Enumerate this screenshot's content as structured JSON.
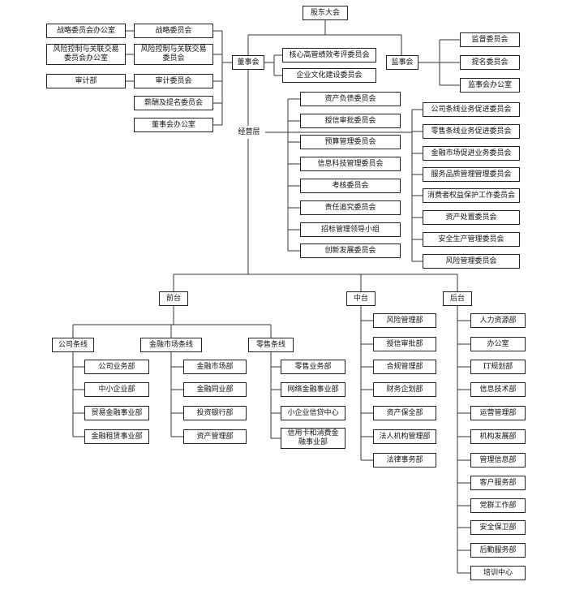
{
  "nodes": {
    "shareholders": "股东大会",
    "board": "董事会",
    "supervisors": "监事会",
    "strategy_office": "战略委员会办公室",
    "strategy_committee": "战略委员会",
    "risk_office": "风险控制与关联交易\n委员会办公室",
    "risk_committee": "风险控制与关联交易\n委员会",
    "audit_dept": "审计部",
    "audit_committee": "审计委员会",
    "salary_committee": "薪酬及提名委员会",
    "board_office": "董事会办公室",
    "exec_perf_committee": "核心高管绩效考评委员会",
    "culture_committee": "企业文化建设委员会",
    "supervision_committee": "监督委员会",
    "nomination_committee": "提名委员会",
    "supervisors_office": "监事会办公室",
    "management": "经营层",
    "mgmt_committees": [
      "资产负债委员会",
      "授信审批委员会",
      "预算管理委员会",
      "信息科技管理委员会",
      "考核委员会",
      "责任追究委员会",
      "招标管理领导小组",
      "创新发展委员会"
    ],
    "business_committees": [
      "公司条线业务促进委员会",
      "零售条线业务促进委员会",
      "金融市场促进业务委员会",
      "服务品质管理管理委员会",
      "消费者权益保护工作委员会",
      "资产处置委员会",
      "安全生产管理委员会",
      "风险管理委员会"
    ],
    "front": "前台",
    "middle": "中台",
    "back": "后台",
    "corporate_line": "公司条线",
    "financial_market_line": "金融市场条线",
    "retail_line": "零售条线",
    "corporate_depts": [
      "公司业务部",
      "中小企业部",
      "贸易金融事业部",
      "金融租赁事业部"
    ],
    "market_depts": [
      "金融市场部",
      "金融同业部",
      "投资银行部",
      "资产管理部"
    ],
    "retail_depts": [
      "零售业务部",
      "网络金融事业部",
      "小企业信贷中心",
      "信用卡和消费金\n融事业部"
    ],
    "middle_depts": [
      "风险管理部",
      "授信审批部",
      "合规管理部",
      "财务企划部",
      "资产保全部",
      "法人机构管理部",
      "法律事务部"
    ],
    "back_depts": [
      "人力资源部",
      "办公室",
      "IT规划部",
      "信息技术部",
      "运营管理部",
      "机构发展部",
      "管理信息部",
      "客户服务部",
      "党群工作部",
      "安全保卫部",
      "后勤服务部",
      "培训中心"
    ]
  }
}
